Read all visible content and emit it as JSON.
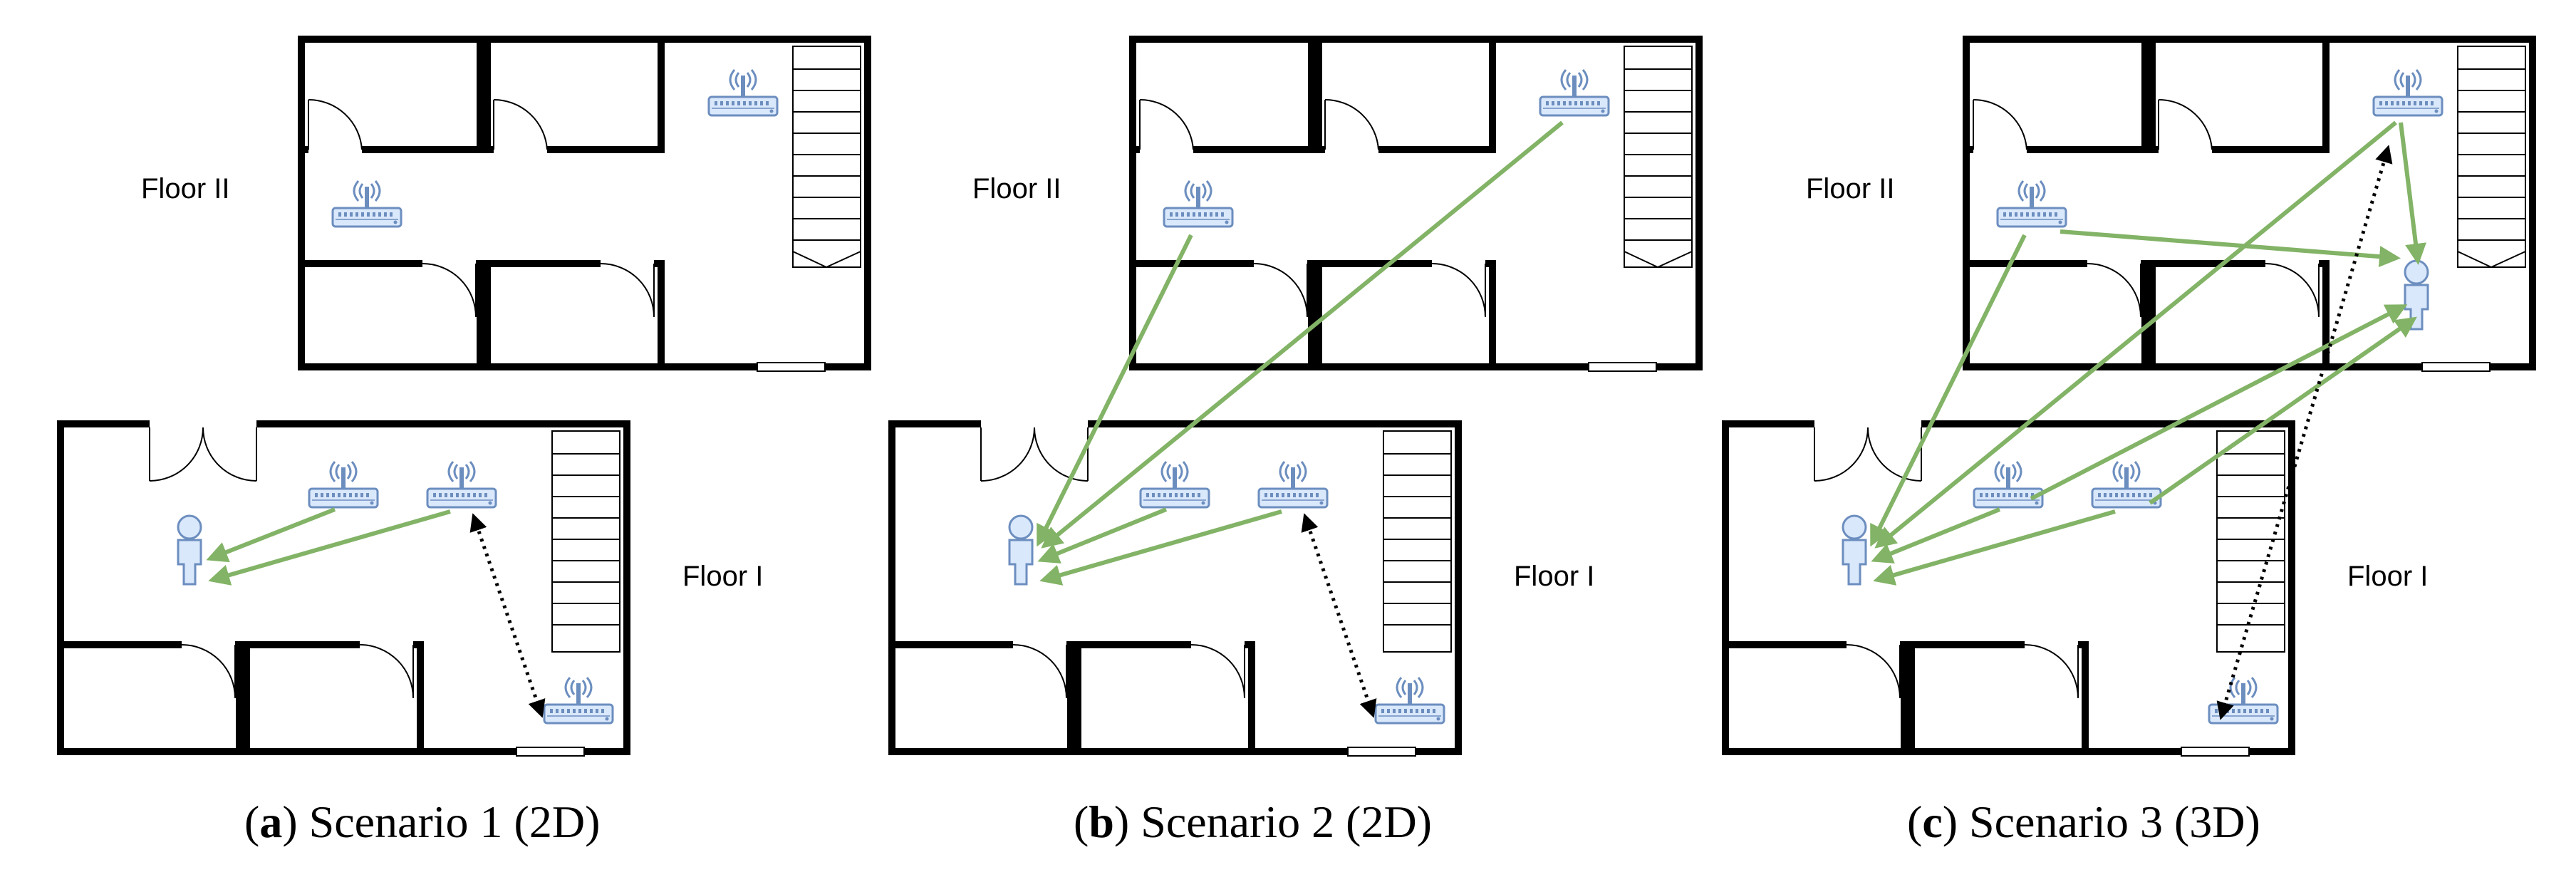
{
  "panels": [
    {
      "id": "a",
      "floor_upper_label": "Floor II",
      "floor_lower_label": "Floor I",
      "caption_letter": "a",
      "caption_text": "Scenario 1 (2D)"
    },
    {
      "id": "b",
      "floor_upper_label": "Floor II",
      "floor_lower_label": "Floor I",
      "caption_letter": "b",
      "caption_text": "Scenario 2 (2D)"
    },
    {
      "id": "c",
      "floor_upper_label": "Floor II",
      "floor_lower_label": "Floor I",
      "caption_letter": "c",
      "caption_text": "Scenario 3 (3D)"
    }
  ],
  "colors": {
    "link_solid": "#82b366",
    "link_dotted": "#000000",
    "device_fill": "#dae8fc",
    "device_stroke": "#6c8ebf",
    "wall": "#000000"
  },
  "icons": {
    "router": "wifi-router-icon",
    "person": "person-icon"
  }
}
